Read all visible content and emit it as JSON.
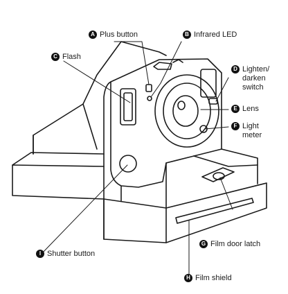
{
  "callouts": {
    "a": {
      "letter": "A",
      "lines": [
        "Plus button"
      ]
    },
    "b": {
      "letter": "B",
      "lines": [
        "Infrared LED"
      ]
    },
    "c": {
      "letter": "C",
      "lines": [
        "Flash"
      ]
    },
    "d": {
      "letter": "D",
      "lines": [
        "Lighten/",
        "darken",
        "switch"
      ]
    },
    "e": {
      "letter": "E",
      "lines": [
        "Lens"
      ]
    },
    "f": {
      "letter": "F",
      "lines": [
        "Light",
        "meter"
      ]
    },
    "g": {
      "letter": "G",
      "lines": [
        "Film door latch"
      ]
    },
    "h": {
      "letter": "H",
      "lines": [
        "Film shield"
      ]
    },
    "i": {
      "letter": "I",
      "lines": [
        "Shutter button"
      ]
    }
  },
  "colors": {
    "line": "#1a1a1a",
    "badge": "#111111",
    "background": "#ffffff"
  }
}
